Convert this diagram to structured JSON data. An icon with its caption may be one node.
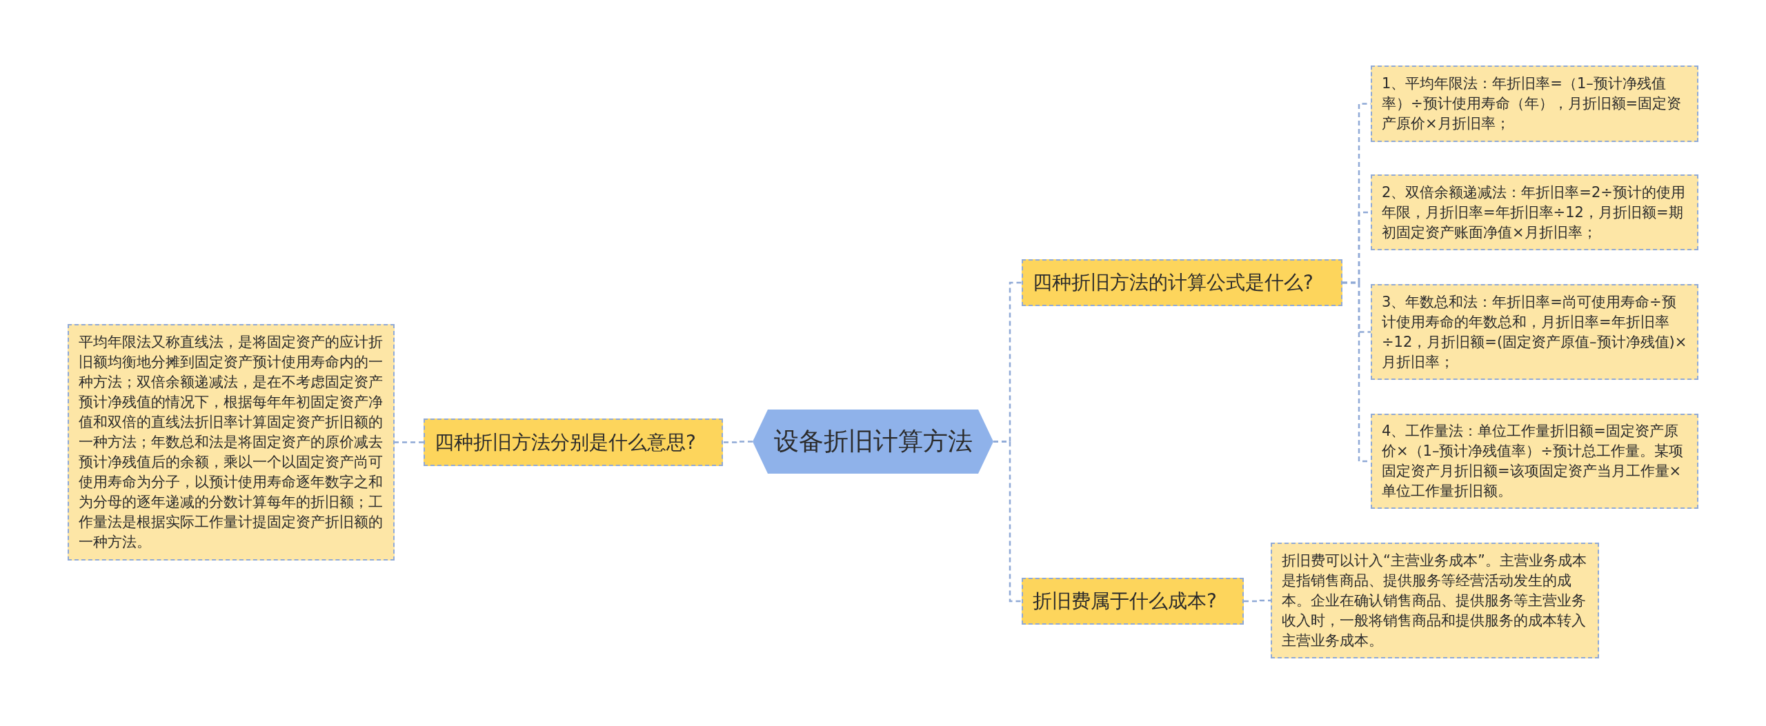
{
  "diagram": {
    "nodes": [
      {
        "text": [
          "设备折旧计算方法"
        ]
      },
      {
        "text": [
          "四种折旧方法分别是什么意思?"
        ]
      },
      {
        "text": [
          "平均年限法又称直线法，是将固定资产的应计折旧额均衡地分摊到固定资产预计使用寿命内的一种方法；双倍余额递减法，是在不考虑固定资产预计净残值的情况下，根据每年年初固定资产净值和双倍的直线法折旧率计算固定资产折旧额的一种方法；年数总和法是将固定资产的原价减去预计净残值后的余额，乘以一个以固定资产尚可使用寿命为分子，以预计使用寿命逐年数字之和为分母的逐年递减的分数计算每年的折旧额；工作量法是根据实际工作量计提固定资产折旧额的一种方法。"
        ]
      },
      {
        "text": [
          "四种折旧方法的计算公式是什么?"
        ]
      },
      {
        "text": [
          "1、平均年限法：年折旧率=（1–预计净残值率）÷预计使用寿命（年），月折旧额=固定资产原价×月折旧率；"
        ]
      },
      {
        "text": [
          "2、双倍余额递减法：年折旧率=2÷预计的使用年限，月折旧率=年折旧率÷12，月折旧额=期初固定资产账面净值×月折旧率；"
        ]
      },
      {
        "text": [
          "3、年数总和法：年折旧率=尚可使用寿命÷预计使用寿命的年数总和，月折旧率=年折旧率÷12，月折旧额=(固定资产原值–预计净残值)×月折旧率；"
        ]
      },
      {
        "text": [
          "4、工作量法：单位工作量折旧额=固定资产原价×（1–预计净残值率）÷预计总工作量。某项固定资产月折旧额=该项固定资产当月工作量×单位工作量折旧额。"
        ]
      },
      {
        "text": [
          "折旧费属于什么成本?"
        ]
      },
      {
        "text": [
          "折旧费可以计入“主营业务成本”。主营业务成本是指销售商品、提供服务等经营活动发生的成本。企业在确认销售商品、提供服务等主营业务收入时，一般将销售商品和提供服务的成本转入主营业务成本。"
        ]
      }
    ],
    "edges": [
      {
        "from": 0,
        "to": 1,
        "arrow": "none"
      },
      {
        "from": 1,
        "to": 2,
        "arrow": "none"
      },
      {
        "from": 0,
        "to": 3,
        "arrow": "none"
      },
      {
        "from": 3,
        "to": 4,
        "arrow": "none"
      },
      {
        "from": 3,
        "to": 5,
        "arrow": "none"
      },
      {
        "from": 3,
        "to": 6,
        "arrow": "none"
      },
      {
        "from": 3,
        "to": 7,
        "arrow": "none"
      },
      {
        "from": 0,
        "to": 8,
        "arrow": "none"
      },
      {
        "from": 8,
        "to": 9,
        "arrow": "none"
      }
    ]
  }
}
